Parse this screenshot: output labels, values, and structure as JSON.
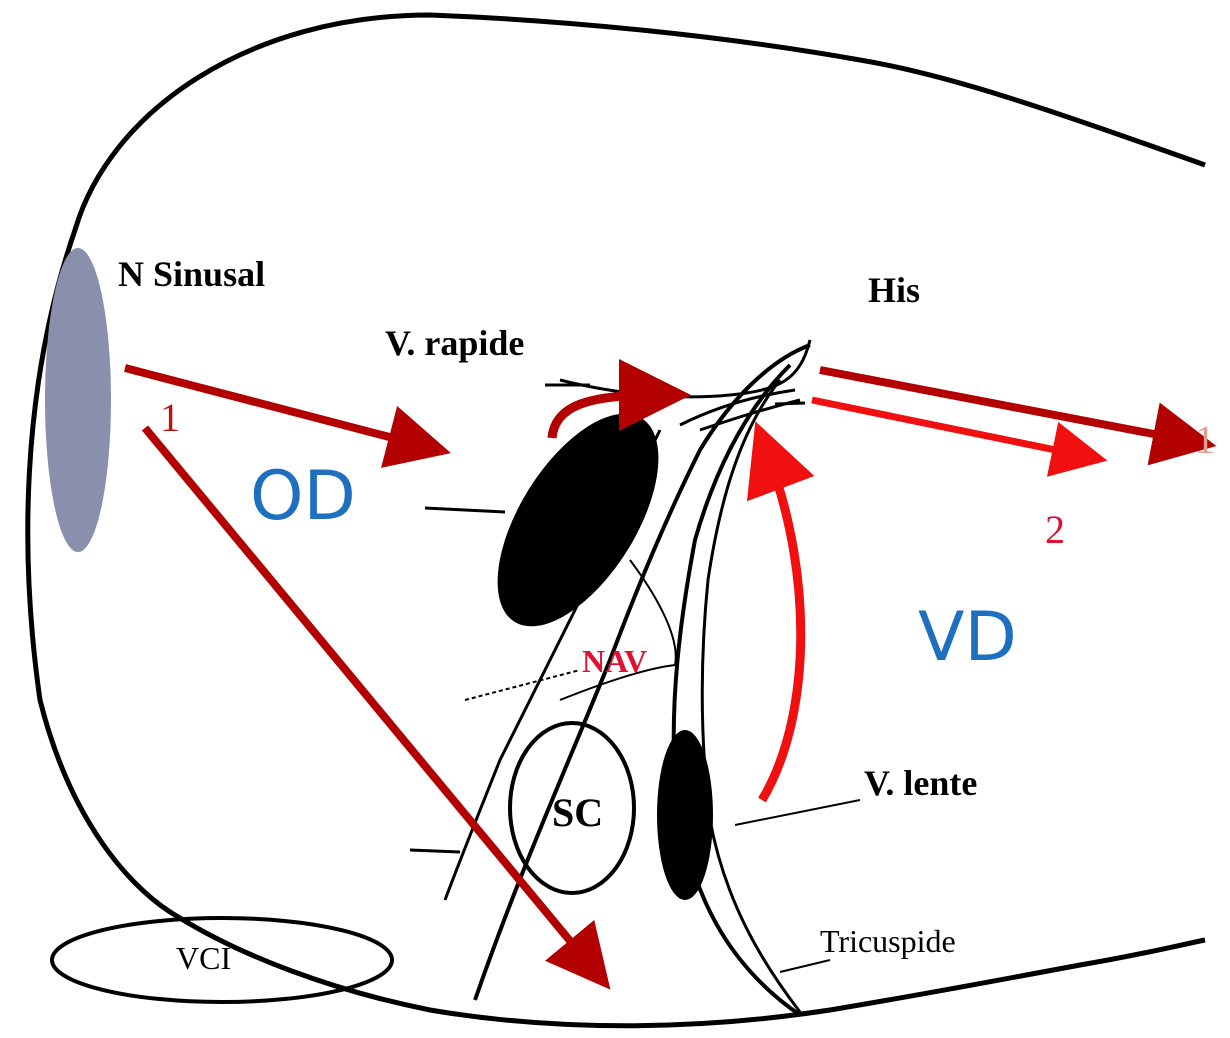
{
  "labels": {
    "sinus_node": "N Sinusal",
    "fast_pathway": "V. rapide",
    "his": "His",
    "right_atrium": "OD",
    "right_ventricle": "VD",
    "av_node": "NAV",
    "coronary_sinus": "SC",
    "slow_pathway": "V. lente",
    "ivc": "VCI",
    "tricuspid": "Tricuspide",
    "arrow_1_left": "1",
    "arrow_1_right": "1",
    "arrow_2": "2"
  },
  "colors": {
    "outline": "#000000",
    "dark_red": "#b30000",
    "bright_red": "#f01010",
    "blue": "#1f6fc0",
    "sinus_node_fill": "#8a8fad",
    "label_red": "#e01030",
    "label_pink": "#e0a090"
  }
}
